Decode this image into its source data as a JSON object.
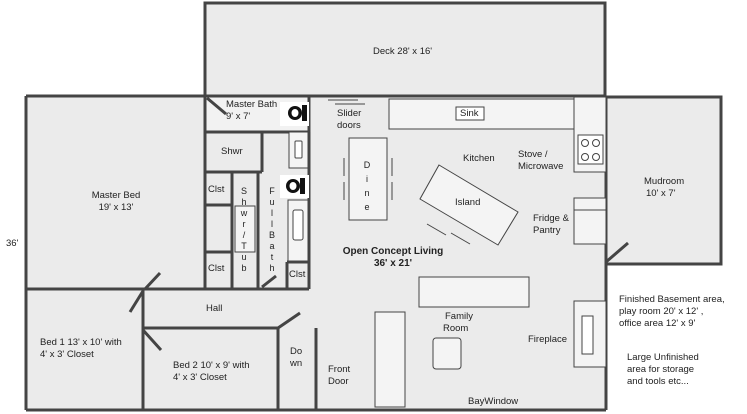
{
  "rooms": {
    "deck": {
      "name": "Deck 28' x 16'"
    },
    "master_bath": {
      "name": "Master Bath",
      "dims": "9' x 7'"
    },
    "shower": {
      "name": "Shwr"
    },
    "closet": "Clst",
    "shower_tub": {
      "letters": [
        "S",
        "h",
        "w",
        "r",
        "/",
        "T",
        "u",
        "b"
      ]
    },
    "full_bath": {
      "letters": [
        "F",
        "u",
        "l",
        "l",
        "B",
        "a",
        "t",
        "h"
      ]
    },
    "master_bed": {
      "name": "Master Bed",
      "dims": "19' x 13'"
    },
    "hall": {
      "name": "Hall"
    },
    "bed1": {
      "line1": "Bed 1 13' x 10' with",
      "line2": "4' x 3' Closet"
    },
    "bed2": {
      "line1": "Bed 2  10' x 9' with",
      "line2": "4' x 3' Closet"
    },
    "stairs_down": {
      "line1": "Do",
      "line2": "wn"
    },
    "front_door": {
      "line1": "Front",
      "line2": "Door"
    },
    "slider": {
      "line1": "Slider",
      "line2": "doors"
    },
    "sink": "Sink",
    "dine": [
      "D",
      "i",
      "n",
      "e"
    ],
    "kitchen": "Kitchen",
    "stove": {
      "line1": "Stove /",
      "line2": "Microwave"
    },
    "island": "Island",
    "fridge": {
      "line1": "Fridge &",
      "line2": "Pantry"
    },
    "mudroom": {
      "name": "Mudroom",
      "dims": "10' x 7'"
    },
    "open_living": {
      "name": "Open Concept Living",
      "dims": "36' x 21'"
    },
    "family_room": {
      "line1": "Family",
      "line2": "Room"
    },
    "fireplace": "Fireplace",
    "bay_window": "BayWindow"
  },
  "dimension_label": "36'",
  "notes": {
    "basement": {
      "line1": "Finished Basement area,",
      "line2": "play room 20' x 12' ,",
      "line3": "office area 12' x 9'"
    },
    "unfinished": {
      "line1": "Large Unfinished",
      "line2": "area for storage",
      "line3": "and tools etc..."
    }
  },
  "colors": {
    "floor": "#ebebeb",
    "wall": "#444444",
    "fixture_fill": "#f4f4f4"
  }
}
